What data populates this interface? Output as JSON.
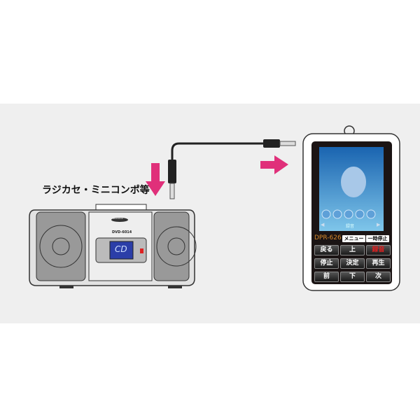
{
  "source_label": "ラジカセ・ミニコンポ等",
  "boombox": {
    "model": "DVD-6014",
    "display": "CD",
    "brand": "Soundlink"
  },
  "recorder": {
    "model": "DPR-626",
    "screen_label": "録音",
    "tags": {
      "menu": "メニュー",
      "pause": "一時停止"
    },
    "buttons": [
      "戻る",
      "上",
      "録音",
      "停止",
      "決定",
      "再生",
      "前",
      "下",
      "次"
    ]
  },
  "colors": {
    "arrow": "#e0307a",
    "record": "#e02020",
    "model": "#d98a2a"
  }
}
